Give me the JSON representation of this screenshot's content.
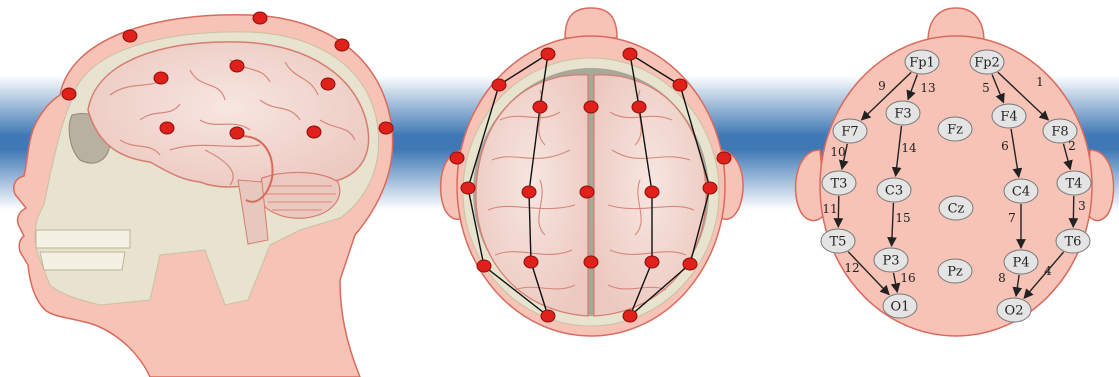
{
  "colors": {
    "band": "#3f78b5",
    "skin": "#f6c3b6",
    "skin_outline": "#d96b5e",
    "brain": "#f1d9d3",
    "brain_outline": "#d77c70",
    "skull": "#e7e3cf",
    "electrode_red": "#e0201a",
    "electrode_gray": "#e4e4e4",
    "arrow": "#222222"
  },
  "montage": {
    "electrodes": [
      {
        "id": "fp1",
        "label": "Fp1"
      },
      {
        "id": "fp2",
        "label": "Fp2"
      },
      {
        "id": "f7",
        "label": "F7"
      },
      {
        "id": "f3",
        "label": "F3"
      },
      {
        "id": "fz",
        "label": "Fz"
      },
      {
        "id": "f4",
        "label": "F4"
      },
      {
        "id": "f8",
        "label": "F8"
      },
      {
        "id": "t3",
        "label": "T3"
      },
      {
        "id": "c3",
        "label": "C3"
      },
      {
        "id": "cz",
        "label": "Cz"
      },
      {
        "id": "c4",
        "label": "C4"
      },
      {
        "id": "t4",
        "label": "T4"
      },
      {
        "id": "t5",
        "label": "T5"
      },
      {
        "id": "p3",
        "label": "P3"
      },
      {
        "id": "pz",
        "label": "Pz"
      },
      {
        "id": "p4",
        "label": "P4"
      },
      {
        "id": "t6",
        "label": "T6"
      },
      {
        "id": "o1",
        "label": "O1"
      },
      {
        "id": "o2",
        "label": "O2"
      }
    ],
    "channels": [
      {
        "num": "1",
        "from": "fp2",
        "to": "f8"
      },
      {
        "num": "2",
        "from": "f8",
        "to": "t4"
      },
      {
        "num": "3",
        "from": "t4",
        "to": "t6"
      },
      {
        "num": "4",
        "from": "t6",
        "to": "o2"
      },
      {
        "num": "5",
        "from": "fp2",
        "to": "f4"
      },
      {
        "num": "6",
        "from": "f4",
        "to": "c4"
      },
      {
        "num": "7",
        "from": "c4",
        "to": "p4"
      },
      {
        "num": "8",
        "from": "p4",
        "to": "o2"
      },
      {
        "num": "9",
        "from": "fp1",
        "to": "f7"
      },
      {
        "num": "10",
        "from": "f7",
        "to": "t3"
      },
      {
        "num": "11",
        "from": "t3",
        "to": "t5"
      },
      {
        "num": "12",
        "from": "t5",
        "to": "o1"
      },
      {
        "num": "13",
        "from": "fp1",
        "to": "f3"
      },
      {
        "num": "14",
        "from": "f3",
        "to": "c3"
      },
      {
        "num": "15",
        "from": "c3",
        "to": "p3"
      },
      {
        "num": "16",
        "from": "p3",
        "to": "o1"
      }
    ]
  }
}
